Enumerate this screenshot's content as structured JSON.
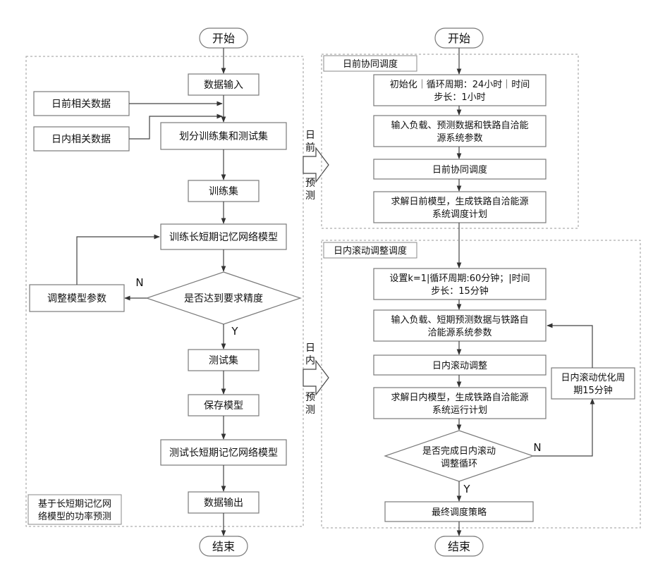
{
  "left": {
    "start": "开始",
    "data_input": "数据输入",
    "day_ahead_data": "日前相关数据",
    "intraday_data": "日内相关数据",
    "split_sets": "划分训练集和测试集",
    "train_set": "训练集",
    "train_model": "训练长短期记忆网络模型",
    "adjust_params": "调整模型参数",
    "check_precision": "是否达到要求精度",
    "no": "N",
    "yes": "Y",
    "test_set": "测试集",
    "save_model": "保存模型",
    "test_model": "测试长短期记忆网络模型",
    "data_output": "数据输出",
    "caption_line1": "基于长短期记忆网",
    "caption_line2": "络模型的功率预测",
    "end": "结束"
  },
  "middle": {
    "day_ahead_forecast": [
      "日",
      "前",
      "预",
      "测"
    ],
    "intraday_forecast": [
      "日",
      "内",
      "预",
      "测"
    ]
  },
  "right": {
    "start": "开始",
    "day_ahead_group": "日前协同调度",
    "init_line1": "初始化｜循环周期：24小时｜时间",
    "init_line2": "步长：1小时",
    "input_line1": "输入负载、预测数据和铁路自洽能",
    "input_line2": "源系统参数",
    "day_ahead_dispatch": "日前协同调度",
    "solve_day_line1": "求解日前模型，生成铁路自洽能源",
    "solve_day_line2": "系统调度计划",
    "intraday_group": "日内滚动调整调度",
    "set_k_line1": "设置k=1|循环周期:60分钟；|时间",
    "set_k_line2": "步长：15分钟",
    "input2_line1": "输入负载、短期预测数据与铁路自",
    "input2_line2": "洽能源系统参数",
    "intraday_adjust": "日内滚动调整",
    "solve_intra_line1": "求解日内模型，生成铁路自洽能源",
    "solve_intra_line2": "系统运行计划",
    "check_loop_line1": "是否完成日内滚动",
    "check_loop_line2": "调整循环",
    "no": "N",
    "yes": "Y",
    "period_line1": "日内滚动优化周",
    "period_line2": "期15分钟",
    "final_strategy": "最终调度策略",
    "end": "结束"
  }
}
